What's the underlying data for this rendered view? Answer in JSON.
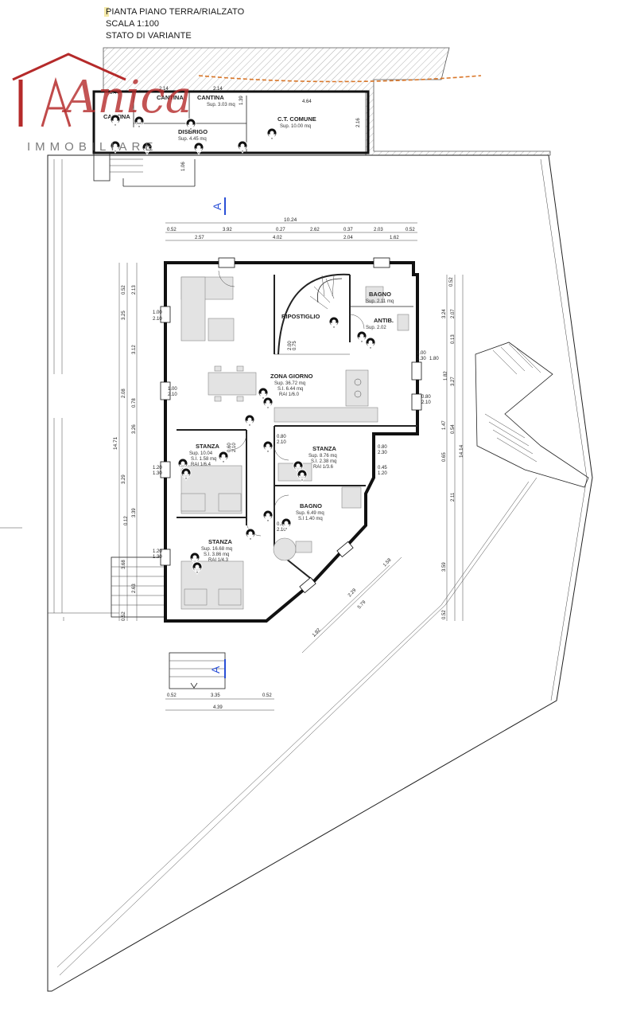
{
  "header": {
    "line1": "PIANTA PIANO TERRA/RIALZATO",
    "line2": "SCALA 1:100",
    "line3": "STATO DI VARIANTE"
  },
  "logo": {
    "brand": "Anica",
    "subtitle": "IMMOBILIARE",
    "color": "#b52a2a"
  },
  "section_marks": {
    "top": "A",
    "bottom": "A"
  },
  "rooms": {
    "cantina1": {
      "name": "CANTINA",
      "area": ""
    },
    "cantina2": {
      "name": "CANTINA",
      "area": ""
    },
    "cantina3": {
      "name": "CANTINA",
      "area": "Sup. 3.03 mq"
    },
    "disbrigo": {
      "name": "DISBRIGO",
      "area": "Sup. 4.45 mq"
    },
    "ct_comune": {
      "name": "C.T. COMUNE",
      "area": "Sup. 10.00 mq"
    },
    "bagno1": {
      "name": "BAGNO",
      "area": "Sup. 2.11 mq"
    },
    "antibagno": {
      "name": "ANTIB.",
      "area": "Sup. 2.02"
    },
    "ripostiglio": {
      "name": "RIPOSTIGLIO"
    },
    "zona_giorno": {
      "name": "ZONA GIORNO",
      "area": "Sup. 36.72 mq",
      "si": "S.I. 6.44 mq",
      "rai": "RAI 1/6.0"
    },
    "stanza1": {
      "name": "STANZA",
      "area": "Sup. 10.04",
      "si": "S.I. 1.58 mq",
      "rai": "RAI 1/6.4"
    },
    "stanza2": {
      "name": "STANZA",
      "area": "Sup. 8.76 mq",
      "si": "S.I. 2.38 mq",
      "rai": "RAI 1/3.6"
    },
    "bagno2": {
      "name": "BAGNO",
      "area": "Sup. 6.49 mq",
      "si": "S.I 1.40 mq"
    },
    "stanza3": {
      "name": "STANZA",
      "area": "Sup. 16.68 mq",
      "si": "S.I. 3.86 mq",
      "rai": "RAI 1/4.3"
    }
  },
  "dims": {
    "top_total": "10.24",
    "top_row1": [
      "0.52",
      "3.92",
      "0.27",
      "2.62",
      "0.37",
      "2.03",
      "0.52"
    ],
    "top_row2": [
      "2.57",
      "4.02",
      "2.04",
      "1.62"
    ],
    "cellar": [
      "1.44",
      "2.14",
      "2.14",
      "4.64",
      "2.16",
      "1.39",
      "1.06"
    ],
    "left_outer": [
      "0.52",
      "3.25",
      "2.08",
      "3.29",
      "3.68",
      "0.52"
    ],
    "left_inner": [
      "2.13",
      "3.12",
      "0.78",
      "3.26",
      "3.39",
      "0.12",
      "2.63"
    ],
    "left_total": "14.71",
    "right_outer": [
      "0.52",
      "3.24",
      "1.47",
      "0.65",
      "3.59",
      "0.52"
    ],
    "right_inner": [
      "2.07",
      "0.13",
      "3.27",
      "0.54",
      "2.11"
    ],
    "right_total": "14.14",
    "right_mid": "1.82",
    "windows": [
      "1.00",
      "2.10",
      "1.00",
      "2.10",
      "1.20",
      "1.30",
      "1.20",
      "1.30",
      "1.00",
      "2.30",
      "1.80",
      "0.80",
      "2.10",
      "0.80",
      "2.30",
      "0.45",
      "1.20",
      "0.80",
      "2.10",
      "0.80",
      "2.10",
      "0.75",
      "2.00",
      "0.60",
      "2.10"
    ],
    "diagonal": [
      "1.58",
      "2.29",
      "5.79",
      "1.92"
    ],
    "bottom_row1": [
      "0.52",
      "3.35",
      "0.52"
    ],
    "bottom_total": "4.39"
  }
}
